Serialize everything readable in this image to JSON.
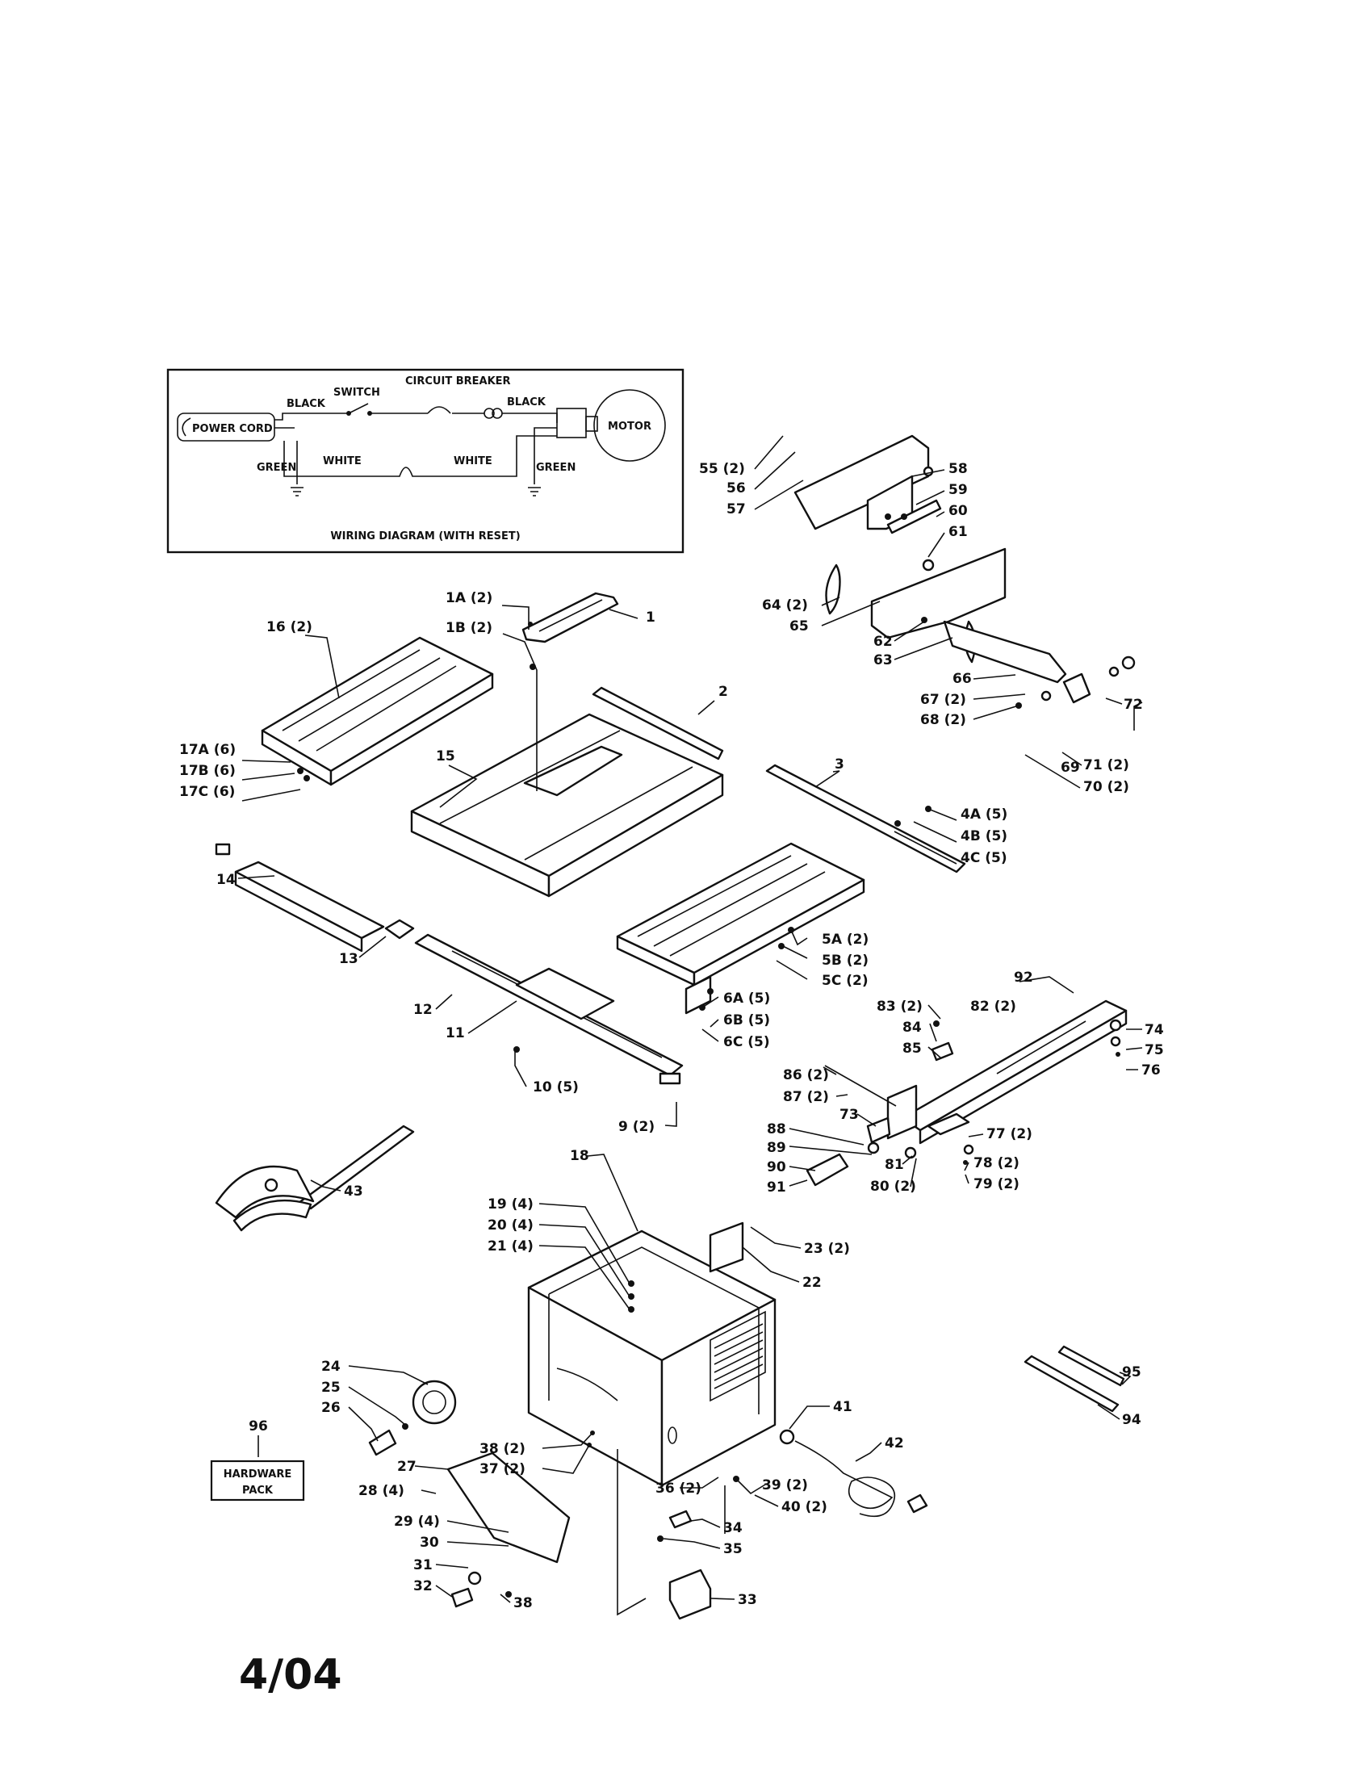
{
  "wiring": {
    "power_cord": "POWER CORD",
    "switch": "SWITCH",
    "circuit_breaker": "CIRCUIT BREAKER",
    "motor": "MOTOR",
    "black_1": "BLACK",
    "black_2": "BLACK",
    "white_1": "WHITE",
    "white_2": "WHITE",
    "green_1": "GREEN",
    "green_2": "GREEN",
    "caption": "WIRING DIAGRAM (WITH RESET)"
  },
  "hardware_pack": {
    "line1": "HARDWARE",
    "line2": "PACK",
    "part_no": "96"
  },
  "date_code": "4/04",
  "callouts": {
    "c55": "55 (2)",
    "c56": "56",
    "c57": "57",
    "c58": "58",
    "c59": "59",
    "c60": "60",
    "c61": "61",
    "c64": "64 (2)",
    "c65": "65",
    "c62": "62",
    "c63": "63",
    "c66": "66",
    "c67": "67 (2)",
    "c68": "68 (2)",
    "c69": "69",
    "c72": "72",
    "c71": "71 (2)",
    "c70": "70 (2)",
    "c1a": "1A (2)",
    "c1b": "1B (2)",
    "c1": "1",
    "c2": "2",
    "c3": "3",
    "c16": "16 (2)",
    "c15": "15",
    "c17a": "17A (6)",
    "c17b": "17B (6)",
    "c17c": "17C (6)",
    "c4a": "4A (5)",
    "c4b": "4B (5)",
    "c4c": "4C (5)",
    "c14": "14",
    "c13": "13",
    "c12": "12",
    "c11": "11",
    "c10": "10 (5)",
    "c9": "9 (2)",
    "c5a": "5A (2)",
    "c5b": "5B (2)",
    "c5c": "5C (2)",
    "c6a": "6A (5)",
    "c6b": "6B (5)",
    "c6c": "6C (5)",
    "c92": "92",
    "c83": "83 (2)",
    "c82": "82 (2)",
    "c84": "84",
    "c85": "85",
    "c74": "74",
    "c75": "75",
    "c76": "76",
    "c86": "86 (2)",
    "c87": "87 (2)",
    "c73": "73",
    "c77": "77 (2)",
    "c88": "88",
    "c89": "89",
    "c90": "90",
    "c91": "91",
    "c81": "81",
    "c80": "80 (2)",
    "c78": "78 (2)",
    "c79": "79 (2)",
    "c43": "43",
    "c18": "18",
    "c19": "19 (4)",
    "c20": "20 (4)",
    "c21": "21 (4)",
    "c23": "23 (2)",
    "c22": "22",
    "c24": "24",
    "c25": "25",
    "c26": "26",
    "c38a": "38 (2)",
    "c37": "37 (2)",
    "c41": "41",
    "c42": "42",
    "c27": "27",
    "c28": "28 (4)",
    "c36": "36 (2)",
    "c39": "39 (2)",
    "c40": "40 (2)",
    "c29": "29 (4)",
    "c30": "30",
    "c34": "34",
    "c35": "35",
    "c31": "31",
    "c32": "32",
    "c38b": "38",
    "c33": "33",
    "c95": "95",
    "c94": "94"
  }
}
